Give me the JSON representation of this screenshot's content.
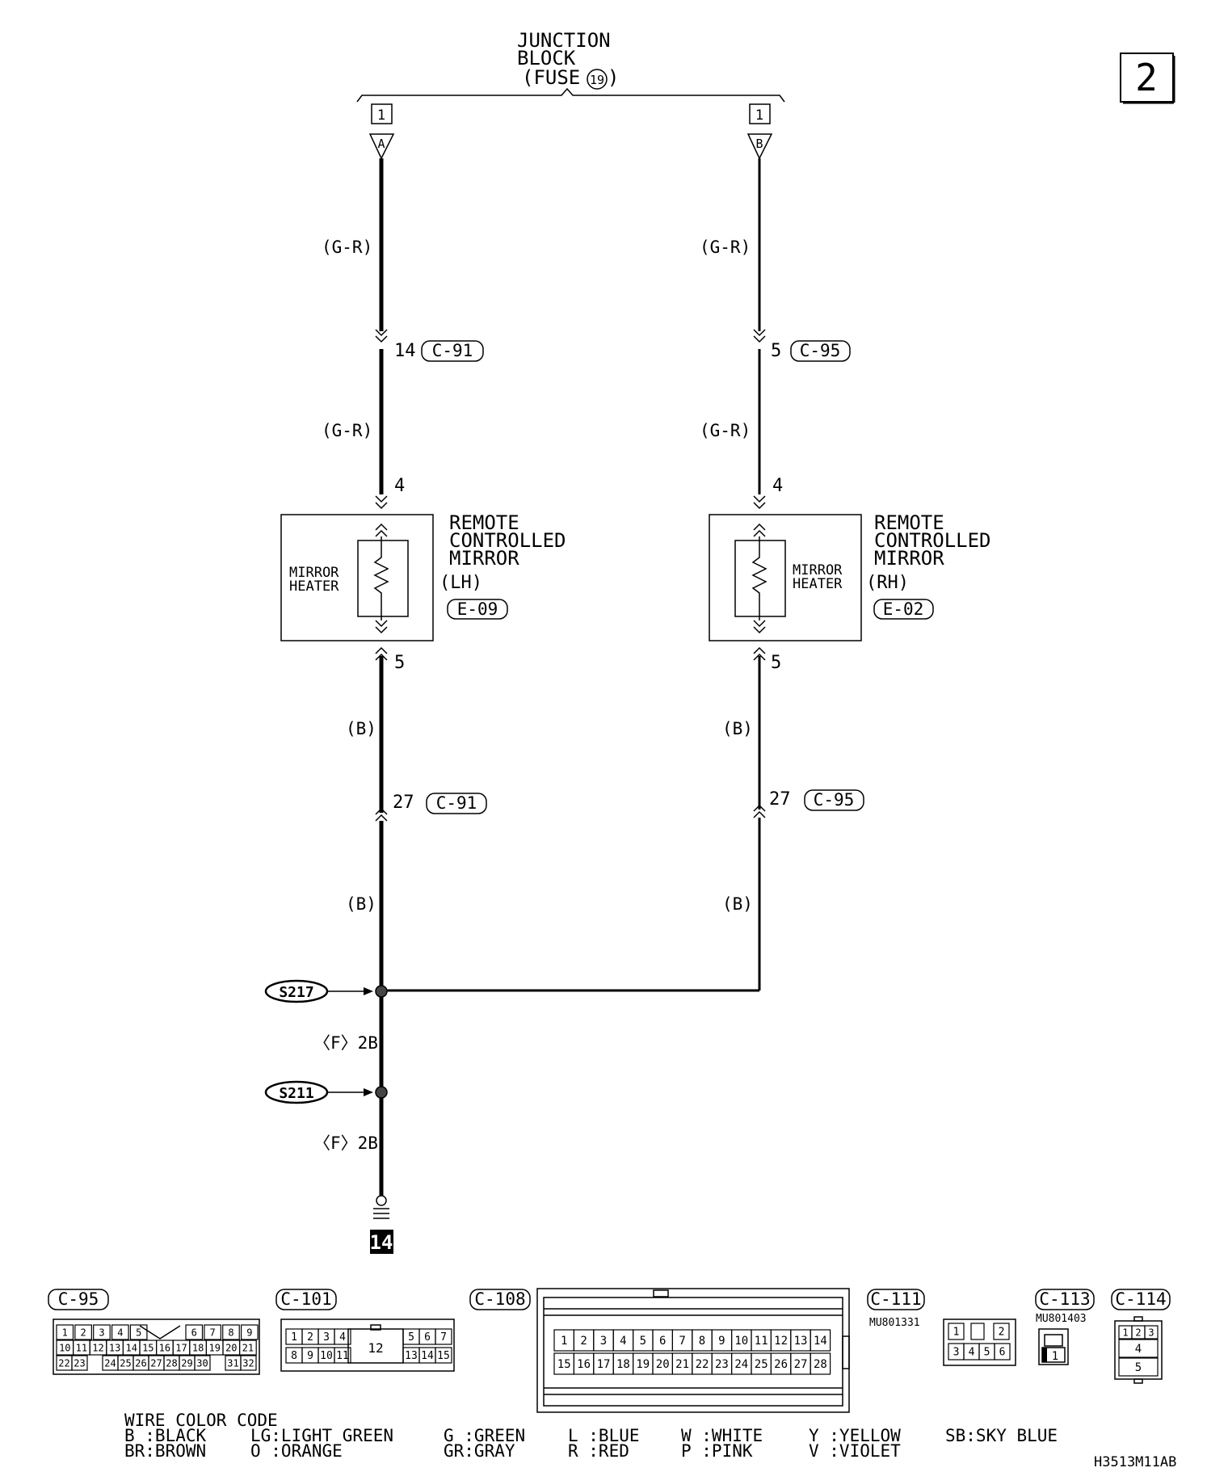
{
  "junction_block": {
    "line1": "JUNCTION",
    "line2": "BLOCK",
    "line3": "(FUSE",
    "fuse_no": "19",
    "line3_end": ")"
  },
  "page_number": "2",
  "left": {
    "pin_top": "1",
    "terminal": "A",
    "wire_top": "(G-R)",
    "conn_top_pin": "14",
    "conn_top_id": "C-91",
    "wire_mid": "(G-R)",
    "mirror_pin_in": "4",
    "mirror_title": [
      "REMOTE",
      "CONTROLLED",
      "MIRROR"
    ],
    "side": "(LH)",
    "mirror_conn": "E-09",
    "heater_label": [
      "MIRROR",
      "HEATER"
    ],
    "mirror_pin_out": "5",
    "wire_b1": "(B)",
    "conn_bot_pin": "27",
    "conn_bot_id": "C-91",
    "wire_b2": "(B)"
  },
  "right": {
    "pin_top": "1",
    "terminal": "B",
    "wire_top": "(G-R)",
    "conn_top_pin": "5",
    "conn_top_id": "C-95",
    "wire_mid": "(G-R)",
    "mirror_pin_in": "4",
    "mirror_title": [
      "REMOTE",
      "CONTROLLED",
      "MIRROR"
    ],
    "side": "(RH)",
    "mirror_conn": "E-02",
    "heater_label": [
      "MIRROR",
      "HEATER"
    ],
    "mirror_pin_out": "5",
    "wire_b1": "(B)",
    "conn_bot_pin": "27",
    "conn_bot_id": "C-95",
    "wire_b2": "(B)"
  },
  "splices": [
    {
      "id": "S217"
    },
    {
      "id": "S211"
    }
  ],
  "ground_wires": [
    "〈F〉2B",
    "〈F〉2B"
  ],
  "ground_no": "14",
  "connectors": {
    "c95": {
      "id": "C-95",
      "row1": [
        "1",
        "2",
        "3",
        "4",
        "5",
        "",
        "",
        "6",
        "7",
        "8",
        "9"
      ],
      "row2": [
        "10",
        "11",
        "12",
        "13",
        "14",
        "15",
        "16",
        "17",
        "18",
        "19",
        "20",
        "21"
      ],
      "row3": [
        "22",
        "23",
        "",
        "24",
        "25",
        "26",
        "27",
        "28",
        "29",
        "30",
        "",
        "31",
        "32"
      ]
    },
    "c101": {
      "id": "C-101",
      "row1": [
        "1",
        "2",
        "3",
        "4"
      ],
      "row1b": [
        "5",
        "6",
        "7"
      ],
      "row2": [
        "8",
        "9",
        "10",
        "11"
      ],
      "center": "12",
      "row2b": [
        "13",
        "14",
        "15"
      ]
    },
    "c108": {
      "id": "C-108",
      "row1": [
        "1",
        "2",
        "3",
        "4",
        "5",
        "6",
        "7",
        "8",
        "9",
        "10",
        "11",
        "12",
        "13",
        "14"
      ],
      "row2": [
        "15",
        "16",
        "17",
        "18",
        "19",
        "20",
        "21",
        "22",
        "23",
        "24",
        "25",
        "26",
        "27",
        "28"
      ]
    },
    "c111": {
      "id": "C-111",
      "part": "MU801331",
      "top": [
        "1",
        "2"
      ],
      "bottom": [
        "3",
        "4",
        "5",
        "6"
      ]
    },
    "c113": {
      "id": "C-113",
      "part": "MU801403",
      "pin": "1"
    },
    "c114": {
      "id": "C-114",
      "top": [
        "1",
        "2",
        "3"
      ],
      "mid": "4",
      "bot": "5"
    }
  },
  "color_code": {
    "title": "WIRE COLOR CODE",
    "row1": [
      "B :BLACK",
      "LG:LIGHT GREEN",
      "G :GREEN",
      "L :BLUE",
      "W :WHITE",
      "Y :YELLOW",
      "SB:SKY BLUE"
    ],
    "row2": [
      "BR:BROWN",
      "O :ORANGE",
      "GR:GRAY",
      "R :RED",
      "P :PINK",
      "V :VIOLET"
    ]
  },
  "figure_code": "H3513M11AB"
}
